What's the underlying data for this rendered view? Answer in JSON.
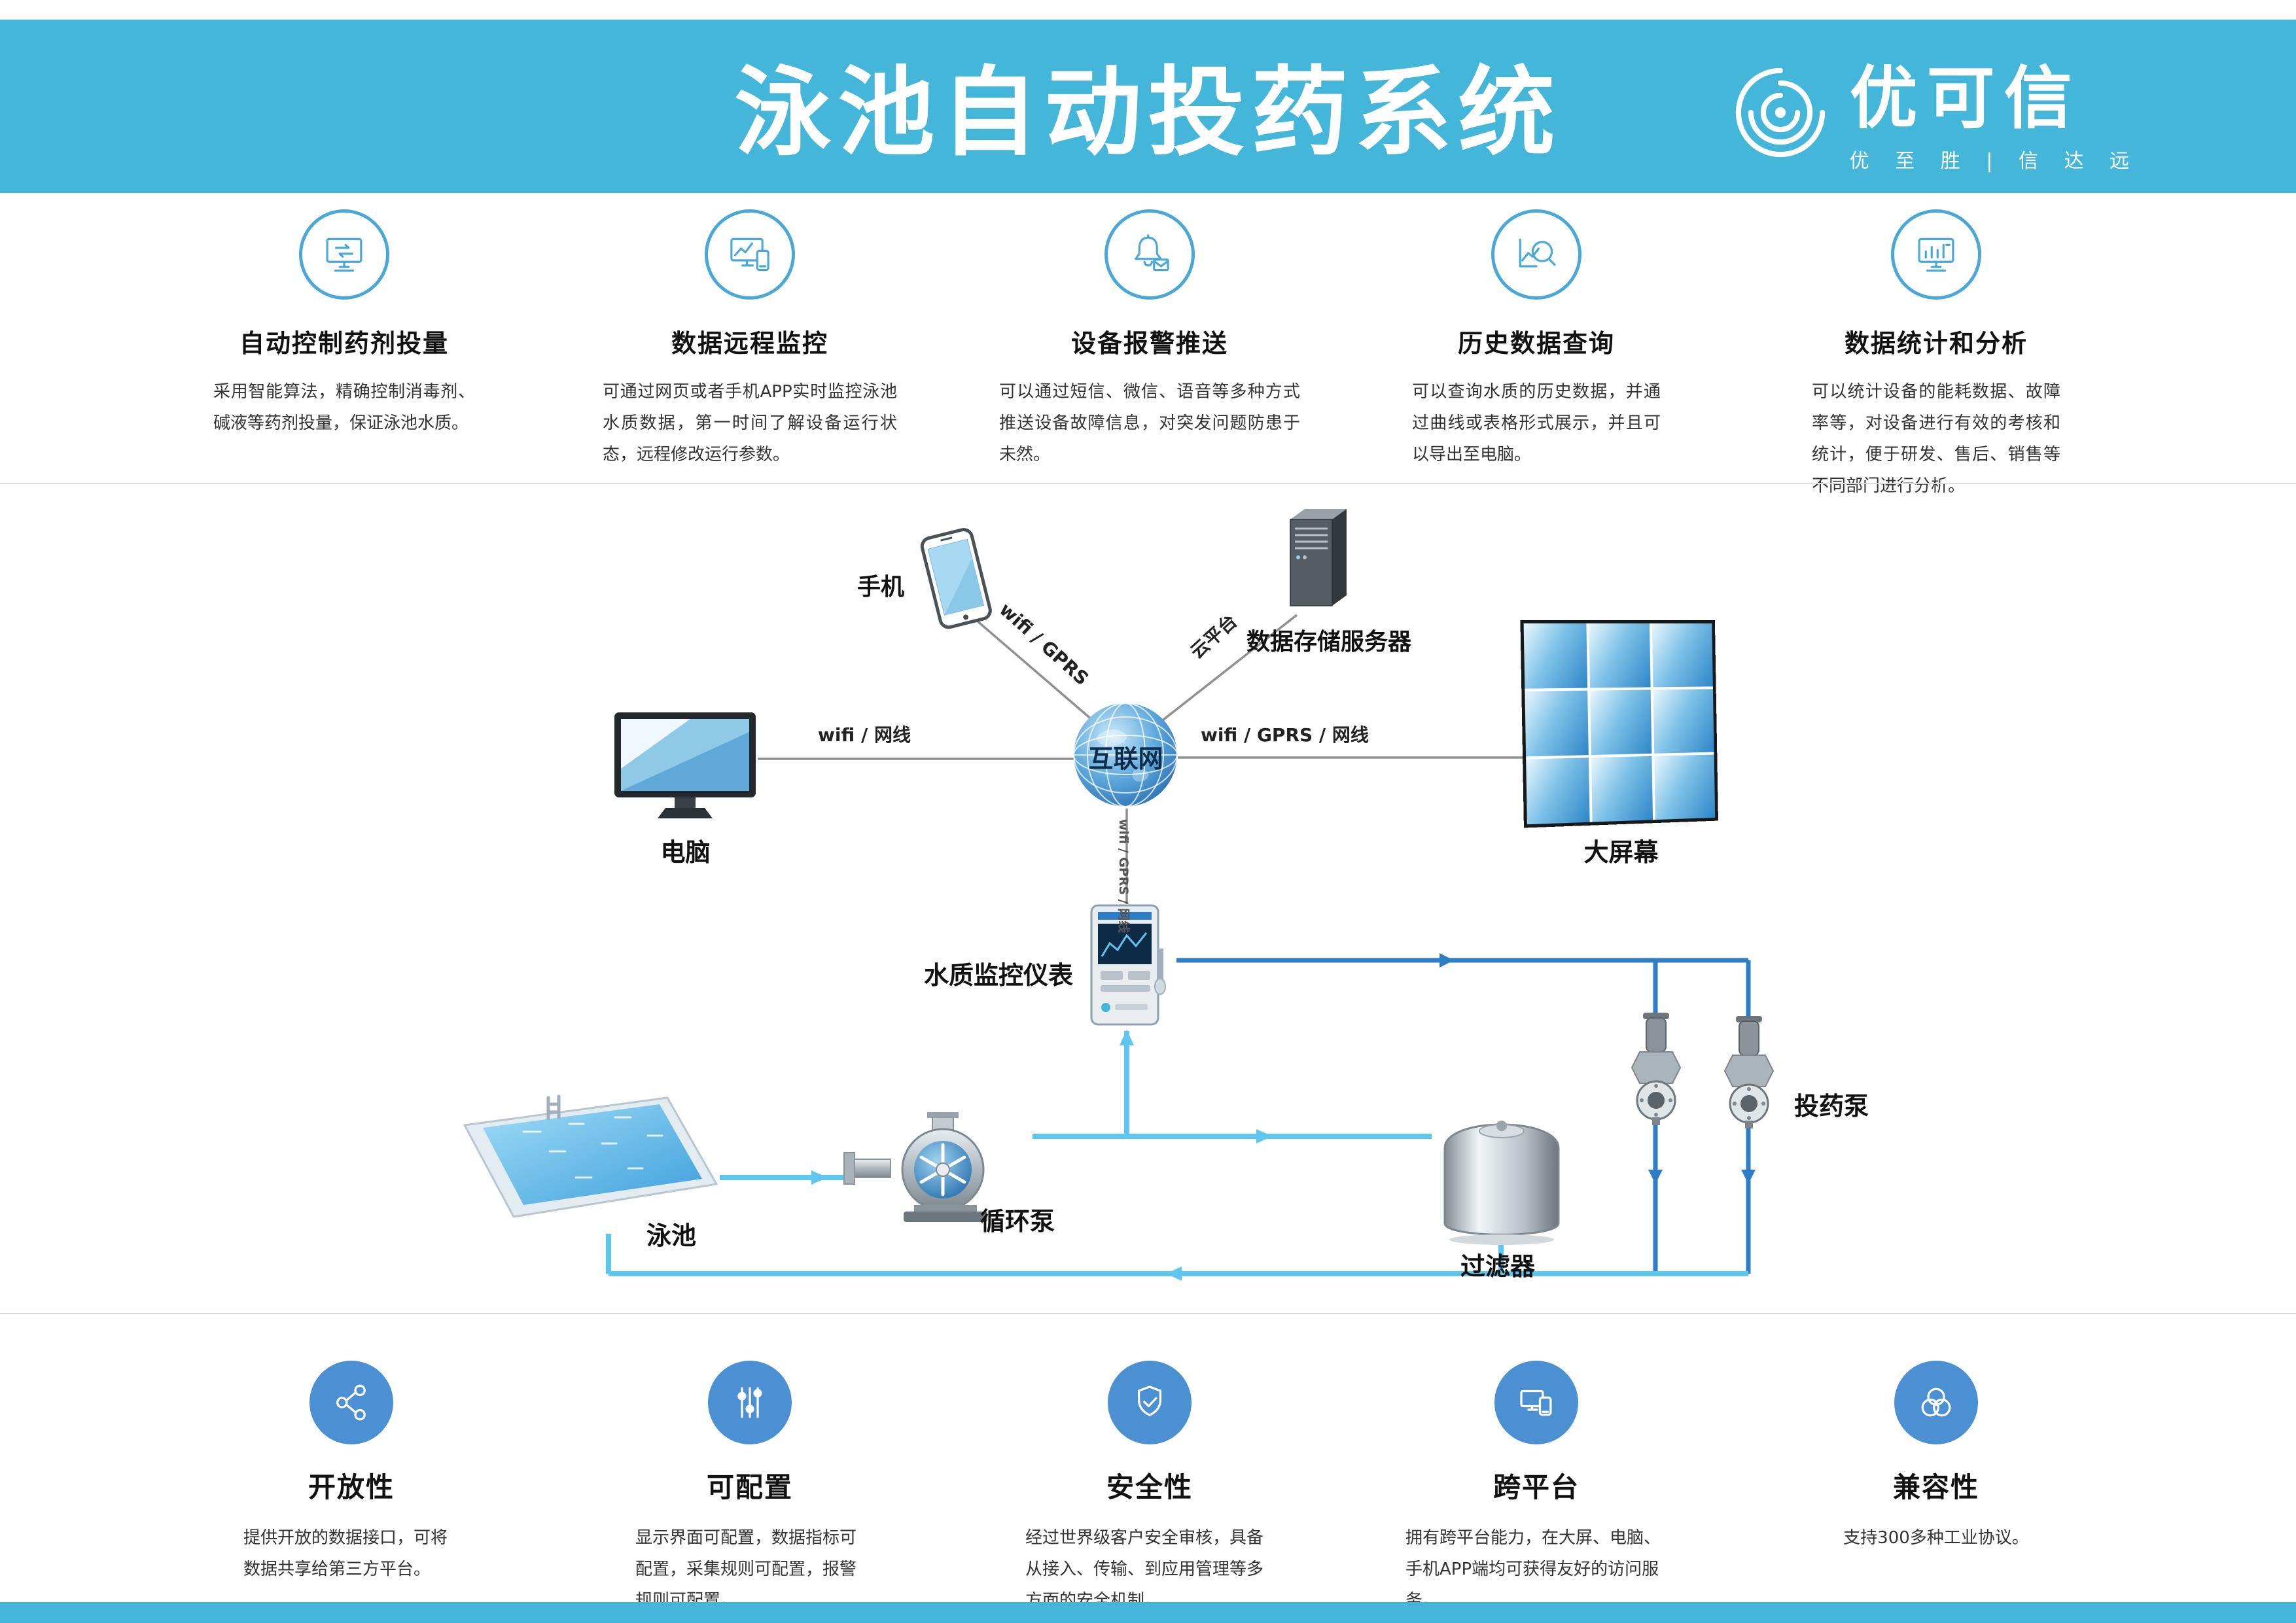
{
  "header": {
    "title": "泳池自动投药系统",
    "logo_text": "优可信",
    "logo_tagline": "优 至 胜 | 信 达 远"
  },
  "top_features": [
    {
      "icon": "monitor-sync-icon",
      "title": "自动控制药剂投量",
      "desc": "采用智能算法，精确控制消毒剂、碱液等药剂投量，保证泳池水质。"
    },
    {
      "icon": "monitor-phone-icon",
      "title": "数据远程监控",
      "desc": "可通过网页或者手机APP实时监控泳池水质数据，第一时间了解设备运行状态，远程修改运行参数。"
    },
    {
      "icon": "alarm-bell-mail-icon",
      "title": "设备报警推送",
      "desc": "可以通过短信、微信、语音等多种方式推送设备故障信息，对突发问题防患于未然。"
    },
    {
      "icon": "chart-magnifier-icon",
      "title": "历史数据查询",
      "desc": "可以查询水质的历史数据，并通过曲线或表格形式展示，并且可以导出至电脑。"
    },
    {
      "icon": "monitor-barchart-icon",
      "title": "数据统计和分析",
      "desc": "可以统计设备的能耗数据、故障率等，对设备进行有效的考核和统计，便于研发、售后、销售等不同部门进行分析。"
    }
  ],
  "diagram": {
    "nodes": {
      "phone": "手机",
      "server": "数据存储服务器",
      "computer": "电脑",
      "bigscreen": "大屏幕",
      "internet": "互联网",
      "monitor_device": "水质监控仪表",
      "pool": "泳池",
      "circulation_pump": "循环泵",
      "filter": "过滤器",
      "dosing_pump": "投药泵"
    },
    "links": {
      "phone_internet": "wifi / GPRS",
      "server_internet": "云平台",
      "computer_internet": "wifi / 网线",
      "internet_bigscreen": "wifi / GPRS / 网线",
      "internet_device": "wifi / GPRS / 网线"
    }
  },
  "bottom_features": [
    {
      "icon": "share-nodes-icon",
      "title": "开放性",
      "desc": "提供开放的数据接口，可将数据共享给第三方平台。"
    },
    {
      "icon": "sliders-icon",
      "title": "可配置",
      "desc": "显示界面可配置，数据指标可配置，采集规则可配置，报警规则可配置。"
    },
    {
      "icon": "shield-check-icon",
      "title": "安全性",
      "desc": "经过世界级客户安全审核，具备从接入、传输、到应用管理等多方面的安全机制。"
    },
    {
      "icon": "cross-platform-icon",
      "title": "跨平台",
      "desc": "拥有跨平台能力，在大屏、电脑、手机APP端均可获得友好的访问服务。"
    },
    {
      "icon": "venn-circles-icon",
      "title": "兼容性",
      "desc": "支持300多种工业协议。"
    }
  ],
  "colors": {
    "header_bar": "#43b6d9",
    "top_icon_blue": "#49a8d8",
    "bottom_icon_blue": "#4a90d2",
    "pipe_dark_blue": "#2d7ec4",
    "pipe_light_blue": "#5ec7ef",
    "line_gray": "#909090"
  }
}
